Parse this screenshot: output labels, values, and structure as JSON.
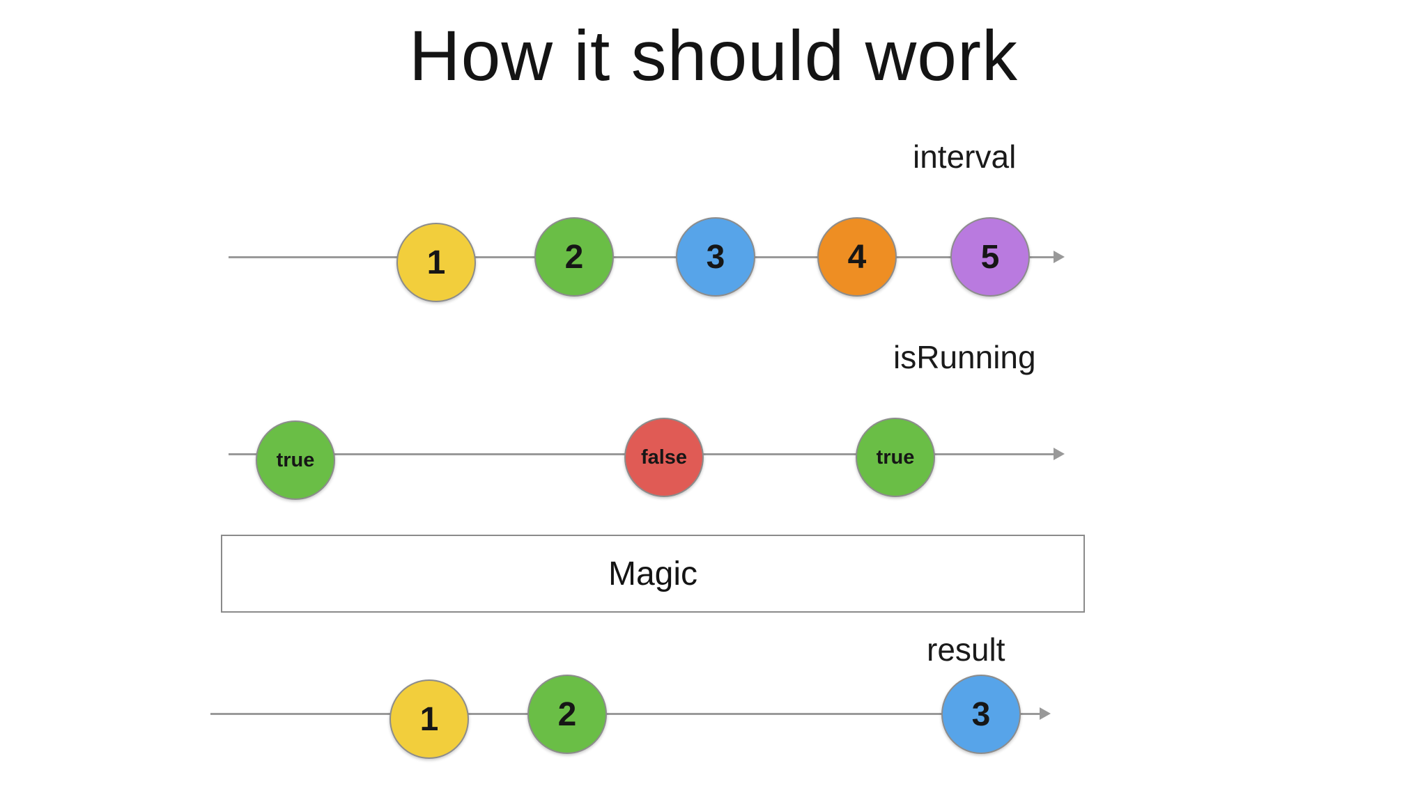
{
  "title": "How it should work",
  "colors": {
    "yellow": "#F2CE3C",
    "green": "#6ABE46",
    "blue": "#57A4E9",
    "orange": "#EE8E23",
    "purple": "#B97ADF",
    "red": "#E05B55",
    "timeline_line": "#999999",
    "marble_border": "#8C8C8C",
    "text": "#1A1A1A"
  },
  "streams": {
    "interval": {
      "label": "interval",
      "items": [
        {
          "label": "1",
          "color": "#F2CE3C"
        },
        {
          "label": "2",
          "color": "#6ABE46"
        },
        {
          "label": "3",
          "color": "#57A4E9"
        },
        {
          "label": "4",
          "color": "#EE8E23"
        },
        {
          "label": "5",
          "color": "#B97ADF"
        }
      ]
    },
    "isRunning": {
      "label": "isRunning",
      "items": [
        {
          "label": "true",
          "color": "#6ABE46"
        },
        {
          "label": "false",
          "color": "#E05B55"
        },
        {
          "label": "true",
          "color": "#6ABE46"
        }
      ]
    },
    "operator": {
      "label": "Magic"
    },
    "result": {
      "label": "result",
      "items": [
        {
          "label": "1",
          "color": "#F2CE3C"
        },
        {
          "label": "2",
          "color": "#6ABE46"
        },
        {
          "label": "3",
          "color": "#57A4E9"
        }
      ]
    }
  }
}
